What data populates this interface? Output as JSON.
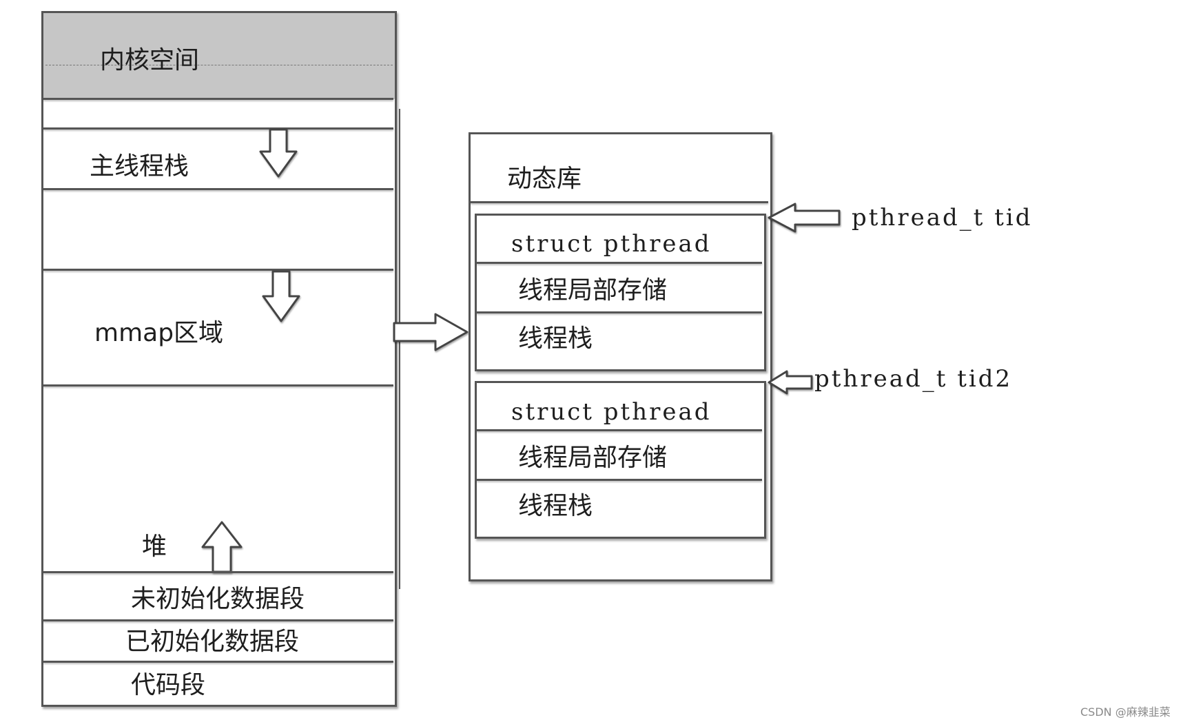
{
  "memory_layout": {
    "kernel_space": "内核空间",
    "main_thread_stack": "主线程栈",
    "mmap_region": "mmap区域",
    "heap": "堆",
    "bss_segment": "未初始化数据段",
    "data_segment": "已初始化数据段",
    "code_segment": "代码段"
  },
  "dynamic_lib": {
    "title": "动态库",
    "threads": [
      {
        "struct_label": "struct pthread",
        "tls_label": "线程局部存储",
        "stack_label": "线程栈",
        "tid_label": "pthread_t tid"
      },
      {
        "struct_label": "struct pthread",
        "tls_label": "线程局部存储",
        "stack_label": "线程栈",
        "tid_label": "pthread_t tid2"
      }
    ]
  },
  "watermark": "CSDN @麻辣韭菜",
  "colors": {
    "kernel_fill": "#c6c6c6",
    "line": "#555555"
  }
}
